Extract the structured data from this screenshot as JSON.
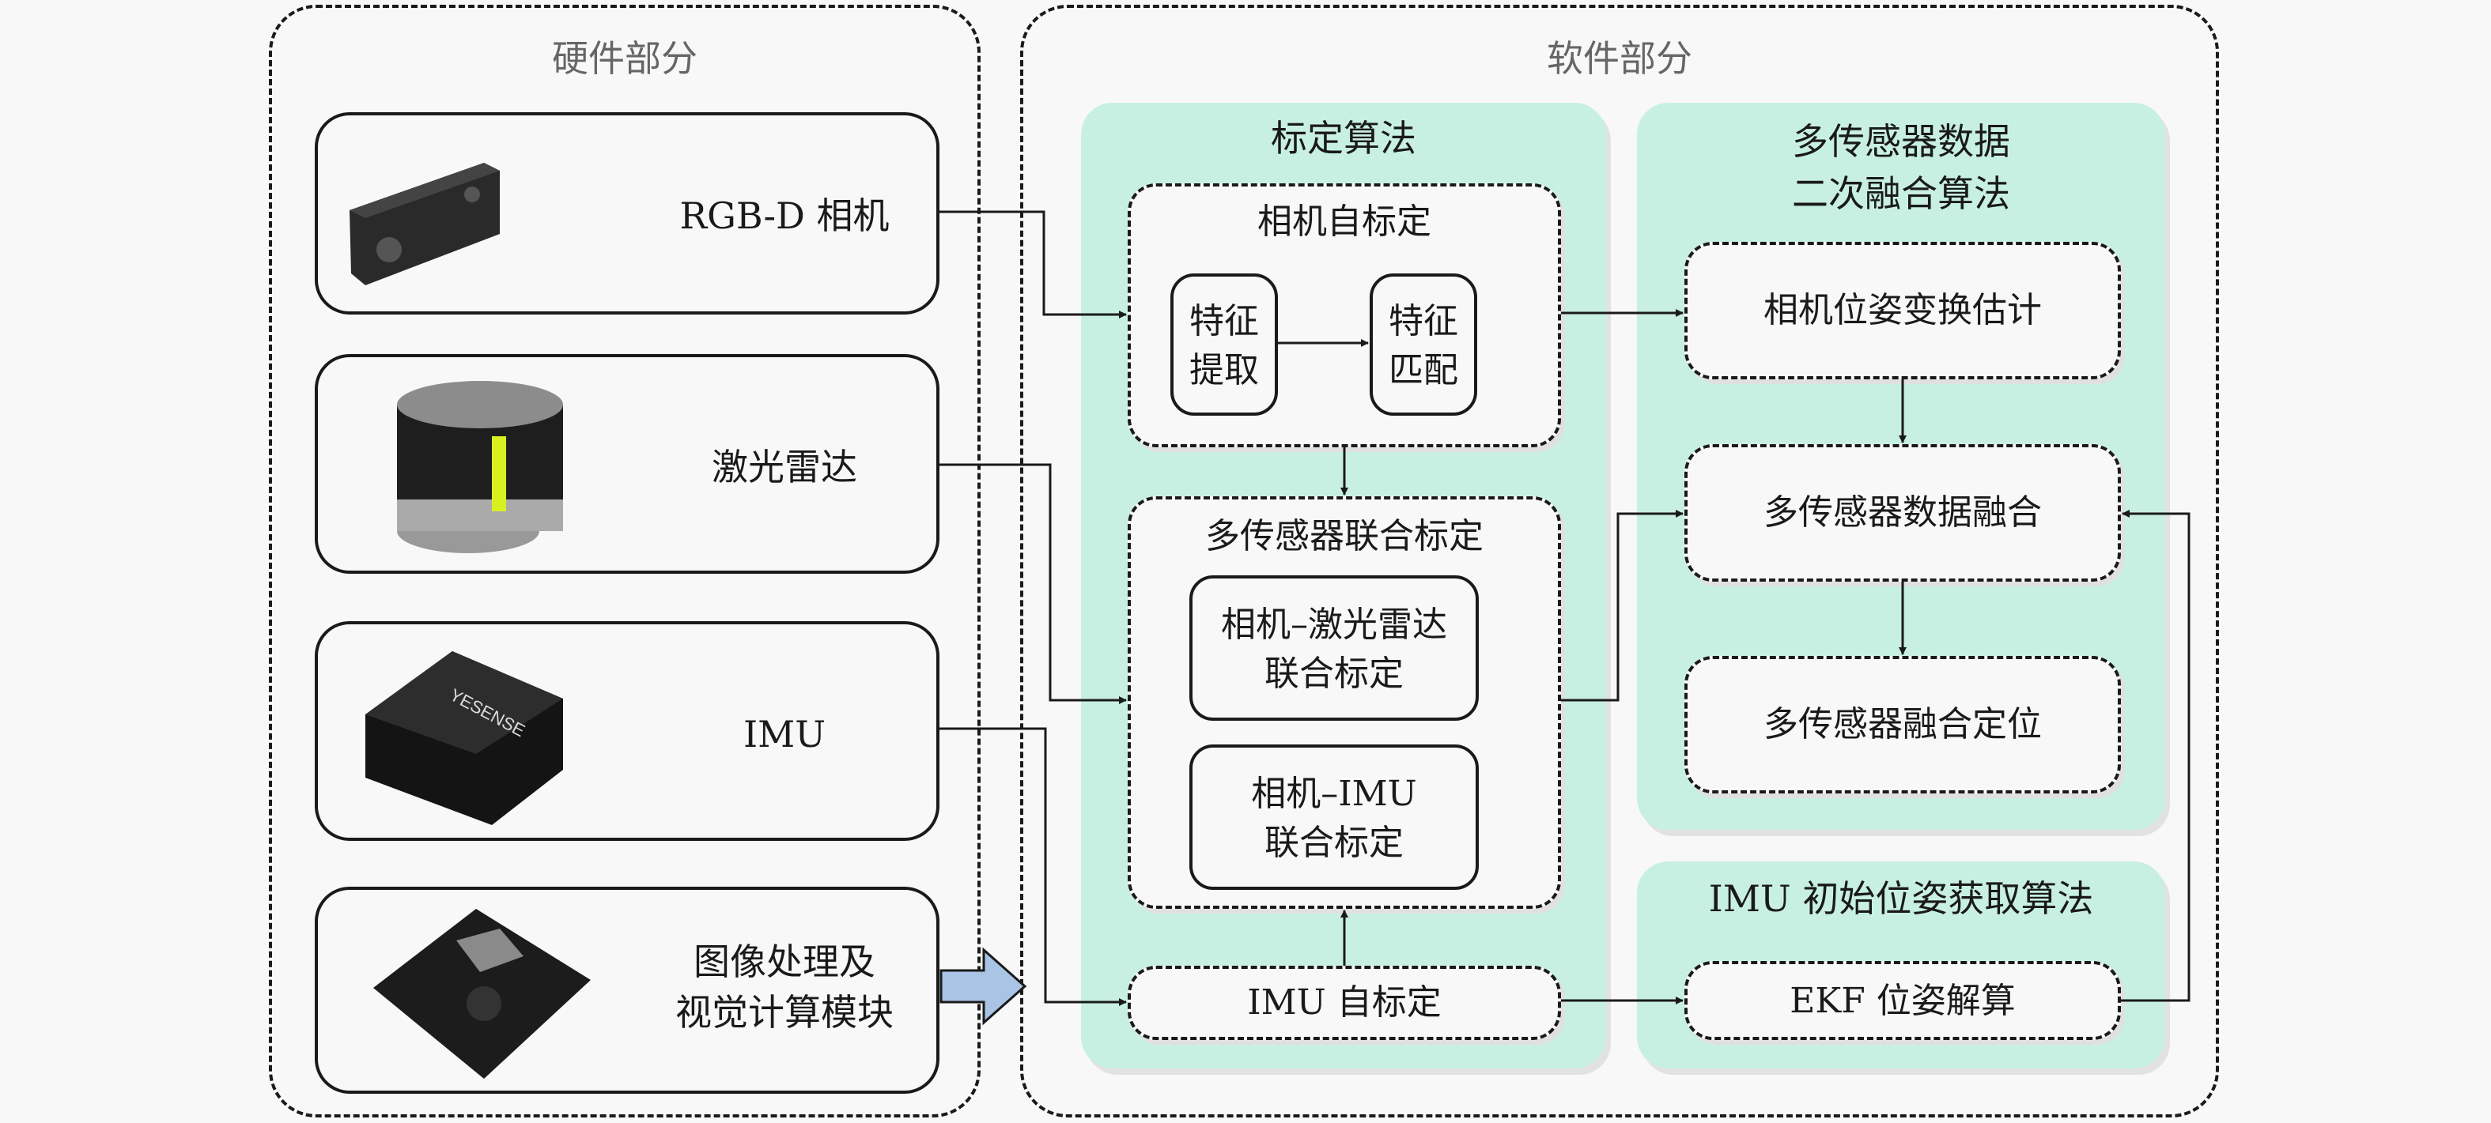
{
  "hardware": {
    "title": "硬件部分",
    "devices": [
      {
        "label": "RGB-D 相机",
        "image": "rgbd-camera-photo"
      },
      {
        "label": "激光雷达",
        "image": "lidar-photo"
      },
      {
        "label": "IMU",
        "image": "imu-photo"
      },
      {
        "label_line1": "图像处理及",
        "label_line2": "视觉计算模块",
        "image": "compute-board-photo"
      }
    ]
  },
  "software": {
    "title": "软件部分",
    "calibration": {
      "title": "标定算法",
      "camera_self_calib": {
        "title": "相机自标定",
        "feature_extract": [
          "特征",
          "提取"
        ],
        "feature_match": [
          "特征",
          "匹配"
        ]
      },
      "multi_sensor_joint": {
        "title": "多传感器联合标定",
        "cam_lidar": [
          "相机–激光雷达",
          "联合标定"
        ],
        "cam_imu": [
          "相机–IMU",
          "联合标定"
        ]
      },
      "imu_self_calib": "IMU 自标定"
    },
    "fusion": {
      "title_line1": "多传感器数据",
      "title_line2": "二次融合算法",
      "pose_estimation": "相机位姿变换估计",
      "data_fusion": "多传感器数据融合",
      "fusion_localization": "多传感器融合定位"
    },
    "imu_init": {
      "title": "IMU 初始位姿获取算法",
      "ekf": "EKF 位姿解算"
    }
  },
  "colors": {
    "panel": "#c8f0e2",
    "background": "#f8f8f8",
    "line": "#1a1a1a",
    "big_arrow": "#a9c4e4"
  }
}
